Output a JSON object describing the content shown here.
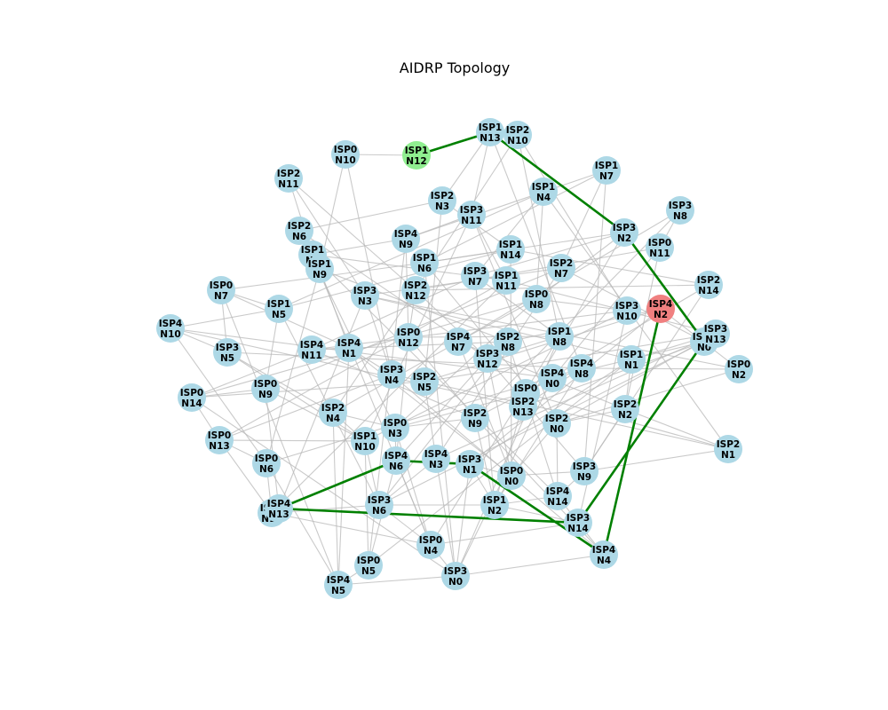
{
  "title": "AIDRP Topology",
  "colors": {
    "default_node": "#add8e6",
    "source_node": "#90ee90",
    "target_node": "#f08080",
    "edge": "#b8b8b8",
    "path_edge": "#008000"
  },
  "source_node": "ISP1_N12",
  "target_node": "ISP4_N2",
  "nodes": [
    {
      "id": "ISP0_N0",
      "label": [
        "ISP0",
        "N0"
      ]
    },
    {
      "id": "ISP0_N1",
      "label": [
        "ISP0",
        "N1"
      ]
    },
    {
      "id": "ISP0_N2",
      "label": [
        "ISP0",
        "N2"
      ]
    },
    {
      "id": "ISP0_N3",
      "label": [
        "ISP0",
        "N3"
      ]
    },
    {
      "id": "ISP0_N4",
      "label": [
        "ISP0",
        "N4"
      ]
    },
    {
      "id": "ISP0_N5",
      "label": [
        "ISP0",
        "N5"
      ]
    },
    {
      "id": "ISP0_N6",
      "label": [
        "ISP0",
        "N6"
      ]
    },
    {
      "id": "ISP0_N7",
      "label": [
        "ISP0",
        "N7"
      ]
    },
    {
      "id": "ISP0_N8",
      "label": [
        "ISP0",
        "N8"
      ]
    },
    {
      "id": "ISP0_N9",
      "label": [
        "ISP0",
        "N9"
      ]
    },
    {
      "id": "ISP0_N10",
      "label": [
        "ISP0",
        "N10"
      ]
    },
    {
      "id": "ISP0_N11",
      "label": [
        "ISP0",
        "N11"
      ]
    },
    {
      "id": "ISP0_N12",
      "label": [
        "ISP0",
        "N12"
      ]
    },
    {
      "id": "ISP0_N13",
      "label": [
        "ISP0",
        "N13"
      ]
    },
    {
      "id": "ISP0_N14",
      "label": [
        "ISP0",
        "N14"
      ]
    },
    {
      "id": "ISP1_N0",
      "label": [
        "ISP1",
        "N0"
      ]
    },
    {
      "id": "ISP1_N1",
      "label": [
        "ISP1",
        "N1"
      ]
    },
    {
      "id": "ISP1_N2",
      "label": [
        "ISP1",
        "N2"
      ]
    },
    {
      "id": "ISP1_N3",
      "label": [
        "ISP1",
        "N3"
      ]
    },
    {
      "id": "ISP1_N4",
      "label": [
        "ISP1",
        "N4"
      ]
    },
    {
      "id": "ISP1_N5",
      "label": [
        "ISP1",
        "N5"
      ]
    },
    {
      "id": "ISP1_N6",
      "label": [
        "ISP1",
        "N6"
      ]
    },
    {
      "id": "ISP1_N7",
      "label": [
        "ISP1",
        "N7"
      ]
    },
    {
      "id": "ISP1_N8",
      "label": [
        "ISP1",
        "N8"
      ]
    },
    {
      "id": "ISP1_N9",
      "label": [
        "ISP1",
        "N9"
      ]
    },
    {
      "id": "ISP1_N10",
      "label": [
        "ISP1",
        "N10"
      ]
    },
    {
      "id": "ISP1_N11",
      "label": [
        "ISP1",
        "N11"
      ]
    },
    {
      "id": "ISP1_N12",
      "label": [
        "ISP1",
        "N12"
      ]
    },
    {
      "id": "ISP1_N13",
      "label": [
        "ISP1",
        "N13"
      ]
    },
    {
      "id": "ISP1_N14",
      "label": [
        "ISP1",
        "N14"
      ]
    },
    {
      "id": "ISP2_N0",
      "label": [
        "ISP2",
        "N0"
      ]
    },
    {
      "id": "ISP2_N1",
      "label": [
        "ISP2",
        "N1"
      ]
    },
    {
      "id": "ISP2_N2",
      "label": [
        "ISP2",
        "N2"
      ]
    },
    {
      "id": "ISP2_N3",
      "label": [
        "ISP2",
        "N3"
      ]
    },
    {
      "id": "ISP2_N4",
      "label": [
        "ISP2",
        "N4"
      ]
    },
    {
      "id": "ISP2_N5",
      "label": [
        "ISP2",
        "N5"
      ]
    },
    {
      "id": "ISP2_N6",
      "label": [
        "ISP2",
        "N6"
      ]
    },
    {
      "id": "ISP2_N7",
      "label": [
        "ISP2",
        "N7"
      ]
    },
    {
      "id": "ISP2_N8",
      "label": [
        "ISP2",
        "N8"
      ]
    },
    {
      "id": "ISP2_N9",
      "label": [
        "ISP2",
        "N9"
      ]
    },
    {
      "id": "ISP2_N10",
      "label": [
        "ISP2",
        "N10"
      ]
    },
    {
      "id": "ISP2_N11",
      "label": [
        "ISP2",
        "N11"
      ]
    },
    {
      "id": "ISP2_N12",
      "label": [
        "ISP2",
        "N12"
      ]
    },
    {
      "id": "ISP2_N13",
      "label": [
        "ISP2",
        "N13"
      ]
    },
    {
      "id": "ISP2_N14",
      "label": [
        "ISP2",
        "N14"
      ]
    },
    {
      "id": "ISP3_N0",
      "label": [
        "ISP3",
        "N0"
      ]
    },
    {
      "id": "ISP3_N1",
      "label": [
        "ISP3",
        "N1"
      ]
    },
    {
      "id": "ISP3_N2",
      "label": [
        "ISP3",
        "N2"
      ]
    },
    {
      "id": "ISP3_N3",
      "label": [
        "ISP3",
        "N3"
      ]
    },
    {
      "id": "ISP3_N4",
      "label": [
        "ISP3",
        "N4"
      ]
    },
    {
      "id": "ISP3_N5",
      "label": [
        "ISP3",
        "N5"
      ]
    },
    {
      "id": "ISP3_N6",
      "label": [
        "ISP3",
        "N6"
      ]
    },
    {
      "id": "ISP3_N7",
      "label": [
        "ISP3",
        "N7"
      ]
    },
    {
      "id": "ISP3_N8",
      "label": [
        "ISP3",
        "N8"
      ]
    },
    {
      "id": "ISP3_N9",
      "label": [
        "ISP3",
        "N9"
      ]
    },
    {
      "id": "ISP3_N10",
      "label": [
        "ISP3",
        "N10"
      ]
    },
    {
      "id": "ISP3_N11",
      "label": [
        "ISP3",
        "N11"
      ]
    },
    {
      "id": "ISP3_N12",
      "label": [
        "ISP3",
        "N12"
      ]
    },
    {
      "id": "ISP3_N13",
      "label": [
        "ISP3",
        "N13"
      ]
    },
    {
      "id": "ISP3_N14",
      "label": [
        "ISP3",
        "N14"
      ]
    },
    {
      "id": "ISP4_N0",
      "label": [
        "ISP4",
        "N0"
      ]
    },
    {
      "id": "ISP4_N1",
      "label": [
        "ISP4",
        "N1"
      ]
    },
    {
      "id": "ISP4_N2",
      "label": [
        "ISP4",
        "N2"
      ]
    },
    {
      "id": "ISP4_N3",
      "label": [
        "ISP4",
        "N3"
      ]
    },
    {
      "id": "ISP4_N4",
      "label": [
        "ISP4",
        "N4"
      ]
    },
    {
      "id": "ISP4_N5",
      "label": [
        "ISP4",
        "N5"
      ]
    },
    {
      "id": "ISP4_N6",
      "label": [
        "ISP4",
        "N6"
      ]
    },
    {
      "id": "ISP4_N7",
      "label": [
        "ISP4",
        "N7"
      ]
    },
    {
      "id": "ISP4_N8",
      "label": [
        "ISP4",
        "N8"
      ]
    },
    {
      "id": "ISP4_N9",
      "label": [
        "ISP4",
        "N9"
      ]
    },
    {
      "id": "ISP4_N10",
      "label": [
        "ISP4",
        "N10"
      ]
    },
    {
      "id": "ISP4_N11",
      "label": [
        "ISP4",
        "N11"
      ]
    },
    {
      "id": "ISP4_N12",
      "label": [
        "ISP4",
        "N12"
      ]
    },
    {
      "id": "ISP4_N13",
      "label": [
        "ISP4",
        "N13"
      ]
    },
    {
      "id": "ISP4_N14",
      "label": [
        "ISP4",
        "N14"
      ]
    }
  ],
  "path_edges": [
    [
      "ISP1_N12",
      "ISP1_N13"
    ],
    [
      "ISP1_N13",
      "ISP3_N2"
    ],
    [
      "ISP3_N2",
      "ISP1_N0"
    ],
    [
      "ISP1_N0",
      "ISP3_N14"
    ],
    [
      "ISP3_N14",
      "ISP4_N13"
    ],
    [
      "ISP4_N13",
      "ISP4_N6"
    ],
    [
      "ISP4_N6",
      "ISP3_N1"
    ],
    [
      "ISP3_N1",
      "ISP4_N4"
    ],
    [
      "ISP4_N4",
      "ISP4_N2"
    ]
  ],
  "edges": [
    [
      "ISP0_N10",
      "ISP1_N12"
    ],
    [
      "ISP0_N10",
      "ISP1_N9"
    ],
    [
      "ISP0_N10",
      "ISP3_N4"
    ],
    [
      "ISP1_N13",
      "ISP2_N3"
    ],
    [
      "ISP1_N13",
      "ISP3_N11"
    ],
    [
      "ISP1_N13",
      "ISP4_N8"
    ],
    [
      "ISP2_N10",
      "ISP3_N10"
    ],
    [
      "ISP2_N10",
      "ISP2_N12"
    ],
    [
      "ISP2_N10",
      "ISP1_N8"
    ],
    [
      "ISP2_N11",
      "ISP1_N3"
    ],
    [
      "ISP2_N11",
      "ISP3_N3"
    ],
    [
      "ISP2_N11",
      "ISP2_N12"
    ],
    [
      "ISP1_N7",
      "ISP1_N6"
    ],
    [
      "ISP1_N7",
      "ISP4_N9"
    ],
    [
      "ISP1_N7",
      "ISP3_N9"
    ],
    [
      "ISP1_N7",
      "ISP2_N7"
    ],
    [
      "ISP1_N4",
      "ISP1_N5"
    ],
    [
      "ISP1_N4",
      "ISP0_N8"
    ],
    [
      "ISP1_N4",
      "ISP2_N1"
    ],
    [
      "ISP1_N4",
      "ISP3_N7"
    ],
    [
      "ISP3_N8",
      "ISP2_N9"
    ],
    [
      "ISP3_N8",
      "ISP0_N11"
    ],
    [
      "ISP3_N8",
      "ISP4_N7"
    ],
    [
      "ISP2_N3",
      "ISP2_N6"
    ],
    [
      "ISP2_N3",
      "ISP1_N14"
    ],
    [
      "ISP2_N3",
      "ISP2_N5"
    ],
    [
      "ISP3_N11",
      "ISP4_N9"
    ],
    [
      "ISP3_N11",
      "ISP1_N10"
    ],
    [
      "ISP3_N11",
      "ISP2_N0"
    ],
    [
      "ISP3_N11",
      "ISP1_N11"
    ],
    [
      "ISP2_N6",
      "ISP1_N9"
    ],
    [
      "ISP2_N6",
      "ISP0_N3"
    ],
    [
      "ISP2_N6",
      "ISP3_N12"
    ],
    [
      "ISP4_N9",
      "ISP1_N3"
    ],
    [
      "ISP4_N9",
      "ISP0_N5"
    ],
    [
      "ISP4_N9",
      "ISP0_N12"
    ],
    [
      "ISP1_N14",
      "ISP1_N6"
    ],
    [
      "ISP1_N14",
      "ISP2_N14"
    ],
    [
      "ISP1_N14",
      "ISP0_N0"
    ],
    [
      "ISP1_N14",
      "ISP1_N5"
    ],
    [
      "ISP3_N2",
      "ISP1_N6"
    ],
    [
      "ISP3_N2",
      "ISP0_N8"
    ],
    [
      "ISP3_N2",
      "ISP2_N13"
    ],
    [
      "ISP3_N2",
      "ISP3_N7"
    ],
    [
      "ISP0_N11",
      "ISP2_N12"
    ],
    [
      "ISP0_N11",
      "ISP4_N0"
    ],
    [
      "ISP0_N11",
      "ISP2_N2"
    ],
    [
      "ISP1_N3",
      "ISP1_N11"
    ],
    [
      "ISP1_N3",
      "ISP4_N14"
    ],
    [
      "ISP1_N3",
      "ISP0_N4"
    ],
    [
      "ISP1_N9",
      "ISP4_N1"
    ],
    [
      "ISP1_N9",
      "ISP2_N8"
    ],
    [
      "ISP1_N9",
      "ISP0_N6"
    ],
    [
      "ISP1_N6",
      "ISP0_N7"
    ],
    [
      "ISP1_N6",
      "ISP3_N0"
    ],
    [
      "ISP1_N6",
      "ISP2_N0"
    ],
    [
      "ISP2_N7",
      "ISP3_N3"
    ],
    [
      "ISP2_N7",
      "ISP4_N3"
    ],
    [
      "ISP2_N7",
      "ISP1_N0"
    ],
    [
      "ISP2_N7",
      "ISP0_N9"
    ],
    [
      "ISP3_N7",
      "ISP1_N2"
    ],
    [
      "ISP3_N7",
      "ISP4_N11"
    ],
    [
      "ISP3_N7",
      "ISP1_N8"
    ],
    [
      "ISP1_N11",
      "ISP0_N13"
    ],
    [
      "ISP1_N11",
      "ISP4_N12"
    ],
    [
      "ISP1_N11",
      "ISP3_N13"
    ],
    [
      "ISP2_N14",
      "ISP2_N12"
    ],
    [
      "ISP2_N14",
      "ISP3_N9"
    ],
    [
      "ISP2_N14",
      "ISP0_N1"
    ],
    [
      "ISP0_N7",
      "ISP1_N5"
    ],
    [
      "ISP0_N7",
      "ISP4_N5"
    ],
    [
      "ISP0_N7",
      "ISP4_N1"
    ],
    [
      "ISP0_N7",
      "ISP3_N5"
    ],
    [
      "ISP1_N5",
      "ISP4_N10"
    ],
    [
      "ISP1_N5",
      "ISP0_N9"
    ],
    [
      "ISP1_N5",
      "ISP3_N6"
    ],
    [
      "ISP3_N3",
      "ISP3_N4"
    ],
    [
      "ISP3_N3",
      "ISP0_N2"
    ],
    [
      "ISP3_N3",
      "ISP4_N13"
    ],
    [
      "ISP3_N3",
      "ISP1_N1"
    ],
    [
      "ISP2_N12",
      "ISP0_N12"
    ],
    [
      "ISP2_N12",
      "ISP2_N4"
    ],
    [
      "ISP2_N12",
      "ISP3_N12"
    ],
    [
      "ISP0_N8",
      "ISP3_N10"
    ],
    [
      "ISP0_N8",
      "ISP0_N3"
    ],
    [
      "ISP0_N8",
      "ISP4_N7"
    ],
    [
      "ISP0_N8",
      "ISP0_N14"
    ],
    [
      "ISP3_N10",
      "ISP4_N11"
    ],
    [
      "ISP3_N10",
      "ISP1_N10"
    ],
    [
      "ISP3_N10",
      "ISP3_N14"
    ],
    [
      "ISP4_N2",
      "ISP2_N5"
    ],
    [
      "ISP4_N2",
      "ISP3_N1"
    ],
    [
      "ISP4_N2",
      "ISP2_N8"
    ],
    [
      "ISP4_N2",
      "ISP0_N2"
    ],
    [
      "ISP4_N10",
      "ISP3_N5"
    ],
    [
      "ISP4_N10",
      "ISP4_N0"
    ],
    [
      "ISP4_N10",
      "ISP0_N6"
    ],
    [
      "ISP4_N10",
      "ISP2_N13"
    ],
    [
      "ISP0_N12",
      "ISP1_N8"
    ],
    [
      "ISP0_N12",
      "ISP4_N6"
    ],
    [
      "ISP0_N12",
      "ISP2_N9"
    ],
    [
      "ISP4_N7",
      "ISP2_N2"
    ],
    [
      "ISP4_N7",
      "ISP2_N4"
    ],
    [
      "ISP4_N7",
      "ISP0_N0"
    ],
    [
      "ISP2_N8",
      "ISP4_N14"
    ],
    [
      "ISP2_N8",
      "ISP3_N6"
    ],
    [
      "ISP2_N8",
      "ISP4_N11"
    ],
    [
      "ISP1_N8",
      "ISP3_N12"
    ],
    [
      "ISP1_N8",
      "ISP0_N4"
    ],
    [
      "ISP1_N8",
      "ISP3_N0"
    ],
    [
      "ISP3_N13",
      "ISP1_N1"
    ],
    [
      "ISP3_N13",
      "ISP2_N0"
    ],
    [
      "ISP3_N13",
      "ISP4_N3"
    ],
    [
      "ISP3_N13",
      "ISP2_N5"
    ],
    [
      "ISP1_N0",
      "ISP2_N13"
    ],
    [
      "ISP1_N0",
      "ISP3_N6"
    ],
    [
      "ISP1_N0",
      "ISP4_N0"
    ],
    [
      "ISP0_N2",
      "ISP2_N0"
    ],
    [
      "ISP0_N2",
      "ISP4_N8"
    ],
    [
      "ISP3_N5",
      "ISP2_N4"
    ],
    [
      "ISP3_N5",
      "ISP1_N10"
    ],
    [
      "ISP3_N5",
      "ISP4_N8"
    ],
    [
      "ISP4_N11",
      "ISP4_N1"
    ],
    [
      "ISP4_N11",
      "ISP0_N14"
    ],
    [
      "ISP4_N11",
      "ISP2_N9"
    ],
    [
      "ISP4_N1",
      "ISP3_N4"
    ],
    [
      "ISP4_N1",
      "ISP4_N5"
    ],
    [
      "ISP4_N1",
      "ISP0_N0"
    ],
    [
      "ISP3_N12",
      "ISP0_N0"
    ],
    [
      "ISP3_N12",
      "ISP3_N9"
    ],
    [
      "ISP3_N12",
      "ISP4_N6"
    ],
    [
      "ISP3_N4",
      "ISP2_N5"
    ],
    [
      "ISP3_N4",
      "ISP4_N4"
    ],
    [
      "ISP3_N4",
      "ISP0_N13"
    ],
    [
      "ISP2_N5",
      "ISP0_N14"
    ],
    [
      "ISP2_N5",
      "ISP4_N3"
    ],
    [
      "ISP2_N5",
      "ISP2_N1"
    ],
    [
      "ISP4_N0",
      "ISP0_N1"
    ],
    [
      "ISP4_N0",
      "ISP2_N9"
    ],
    [
      "ISP4_N0",
      "ISP3_N0"
    ],
    [
      "ISP4_N8",
      "ISP2_N13"
    ],
    [
      "ISP4_N8",
      "ISP1_N2"
    ],
    [
      "ISP4_N8",
      "ISP0_N6"
    ],
    [
      "ISP0_N1",
      "ISP2_N13"
    ],
    [
      "ISP0_N1",
      "ISP0_N3"
    ],
    [
      "ISP0_N1",
      "ISP1_N2"
    ],
    [
      "ISP0_N1",
      "ISP2_N1"
    ],
    [
      "ISP1_N1",
      "ISP2_N2"
    ],
    [
      "ISP1_N1",
      "ISP3_N1"
    ],
    [
      "ISP1_N1",
      "ISP0_N5"
    ],
    [
      "ISP0_N9",
      "ISP4_N13"
    ],
    [
      "ISP0_N9",
      "ISP1_N10"
    ],
    [
      "ISP0_N9",
      "ISP0_N14"
    ],
    [
      "ISP2_N2",
      "ISP2_N1"
    ],
    [
      "ISP2_N2",
      "ISP3_N9"
    ],
    [
      "ISP2_N2",
      "ISP2_N0"
    ],
    [
      "ISP0_N14",
      "ISP0_N13"
    ],
    [
      "ISP0_N14",
      "ISP3_N0"
    ],
    [
      "ISP2_N4",
      "ISP0_N3"
    ],
    [
      "ISP2_N4",
      "ISP4_N5"
    ],
    [
      "ISP2_N4",
      "ISP1_N10"
    ],
    [
      "ISP2_N9",
      "ISP0_N3"
    ],
    [
      "ISP2_N9",
      "ISP1_N2"
    ],
    [
      "ISP2_N9",
      "ISP4_N4"
    ],
    [
      "ISP0_N3",
      "ISP4_N6"
    ],
    [
      "ISP0_N3",
      "ISP0_N4"
    ],
    [
      "ISP2_N0",
      "ISP4_N14"
    ],
    [
      "ISP2_N0",
      "ISP0_N0"
    ],
    [
      "ISP0_N13",
      "ISP0_N6"
    ],
    [
      "ISP0_N13",
      "ISP1_N10"
    ],
    [
      "ISP0_N13",
      "ISP4_N12"
    ],
    [
      "ISP1_N10",
      "ISP3_N6"
    ],
    [
      "ISP1_N10",
      "ISP0_N5"
    ],
    [
      "ISP4_N6",
      "ISP0_N5"
    ],
    [
      "ISP4_N6",
      "ISP0_N4"
    ],
    [
      "ISP4_N3",
      "ISP3_N6"
    ],
    [
      "ISP4_N3",
      "ISP3_N0"
    ],
    [
      "ISP3_N1",
      "ISP1_N2"
    ],
    [
      "ISP3_N1",
      "ISP3_N0"
    ],
    [
      "ISP3_N1",
      "ISP0_N0"
    ],
    [
      "ISP0_N0",
      "ISP3_N9"
    ],
    [
      "ISP0_N0",
      "ISP1_N2"
    ],
    [
      "ISP3_N9",
      "ISP4_N14"
    ],
    [
      "ISP3_N9",
      "ISP2_N1"
    ],
    [
      "ISP0_N6",
      "ISP4_N12"
    ],
    [
      "ISP0_N6",
      "ISP4_N5"
    ],
    [
      "ISP4_N14",
      "ISP3_N14"
    ],
    [
      "ISP4_N14",
      "ISP1_N2"
    ],
    [
      "ISP4_N12",
      "ISP3_N6"
    ],
    [
      "ISP4_N12",
      "ISP0_N4"
    ],
    [
      "ISP3_N6",
      "ISP0_N4"
    ],
    [
      "ISP3_N6",
      "ISP1_N2"
    ],
    [
      "ISP1_N2",
      "ISP3_N14"
    ],
    [
      "ISP3_N14",
      "ISP4_N4"
    ],
    [
      "ISP3_N14",
      "ISP0_N4"
    ],
    [
      "ISP0_N4",
      "ISP3_N0"
    ],
    [
      "ISP4_N4",
      "ISP3_N0"
    ],
    [
      "ISP0_N5",
      "ISP4_N5"
    ],
    [
      "ISP3_N0",
      "ISP4_N5"
    ]
  ]
}
